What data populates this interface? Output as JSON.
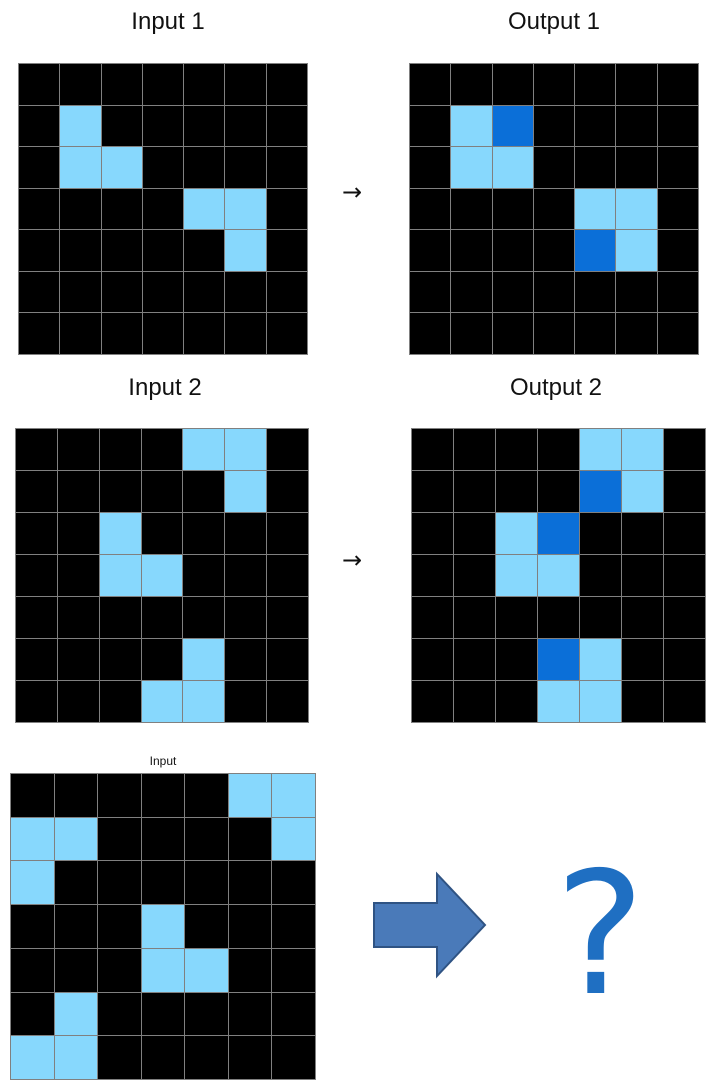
{
  "colors": {
    "background": "#ffffff",
    "black": "#000000",
    "gridline": "#808080",
    "light_blue": "#87d8fd",
    "dark_blue": "#0b6fd8",
    "arrow_fill": "#4a7ab9",
    "arrow_stroke": "#2f5383",
    "question": "#1f6fc2"
  },
  "palette": [
    "#000000",
    "#87d8fd",
    "#0b6fd8"
  ],
  "examples": [
    {
      "input_label": "Input 1",
      "output_label": "Output 1",
      "arrow": "→",
      "input": [
        [
          0,
          0,
          0,
          0,
          0,
          0,
          0
        ],
        [
          0,
          1,
          0,
          0,
          0,
          0,
          0
        ],
        [
          0,
          1,
          1,
          0,
          0,
          0,
          0
        ],
        [
          0,
          0,
          0,
          0,
          1,
          1,
          0
        ],
        [
          0,
          0,
          0,
          0,
          0,
          1,
          0
        ],
        [
          0,
          0,
          0,
          0,
          0,
          0,
          0
        ],
        [
          0,
          0,
          0,
          0,
          0,
          0,
          0
        ]
      ],
      "output": [
        [
          0,
          0,
          0,
          0,
          0,
          0,
          0
        ],
        [
          0,
          1,
          2,
          0,
          0,
          0,
          0
        ],
        [
          0,
          1,
          1,
          0,
          0,
          0,
          0
        ],
        [
          0,
          0,
          0,
          0,
          1,
          1,
          0
        ],
        [
          0,
          0,
          0,
          0,
          2,
          1,
          0
        ],
        [
          0,
          0,
          0,
          0,
          0,
          0,
          0
        ],
        [
          0,
          0,
          0,
          0,
          0,
          0,
          0
        ]
      ]
    },
    {
      "input_label": "Input 2",
      "output_label": "Output 2",
      "arrow": "→",
      "input": [
        [
          0,
          0,
          0,
          0,
          1,
          1,
          0
        ],
        [
          0,
          0,
          0,
          0,
          0,
          1,
          0
        ],
        [
          0,
          0,
          1,
          0,
          0,
          0,
          0
        ],
        [
          0,
          0,
          1,
          1,
          0,
          0,
          0
        ],
        [
          0,
          0,
          0,
          0,
          0,
          0,
          0
        ],
        [
          0,
          0,
          0,
          0,
          1,
          0,
          0
        ],
        [
          0,
          0,
          0,
          1,
          1,
          0,
          0
        ]
      ],
      "output": [
        [
          0,
          0,
          0,
          0,
          1,
          1,
          0
        ],
        [
          0,
          0,
          0,
          0,
          2,
          1,
          0
        ],
        [
          0,
          0,
          1,
          2,
          0,
          0,
          0
        ],
        [
          0,
          0,
          1,
          1,
          0,
          0,
          0
        ],
        [
          0,
          0,
          0,
          0,
          0,
          0,
          0
        ],
        [
          0,
          0,
          0,
          2,
          1,
          0,
          0
        ],
        [
          0,
          0,
          0,
          1,
          1,
          0,
          0
        ]
      ]
    }
  ],
  "test": {
    "input_label": "Input",
    "question_mark": "?",
    "arrow_icon": "right-block-arrow-icon",
    "input": [
      [
        0,
        0,
        0,
        0,
        0,
        1,
        1
      ],
      [
        1,
        1,
        0,
        0,
        0,
        0,
        1
      ],
      [
        1,
        0,
        0,
        0,
        0,
        0,
        0
      ],
      [
        0,
        0,
        0,
        1,
        0,
        0,
        0
      ],
      [
        0,
        0,
        0,
        1,
        1,
        0,
        0
      ],
      [
        0,
        1,
        0,
        0,
        0,
        0,
        0
      ],
      [
        1,
        1,
        0,
        0,
        0,
        0,
        0
      ]
    ]
  }
}
